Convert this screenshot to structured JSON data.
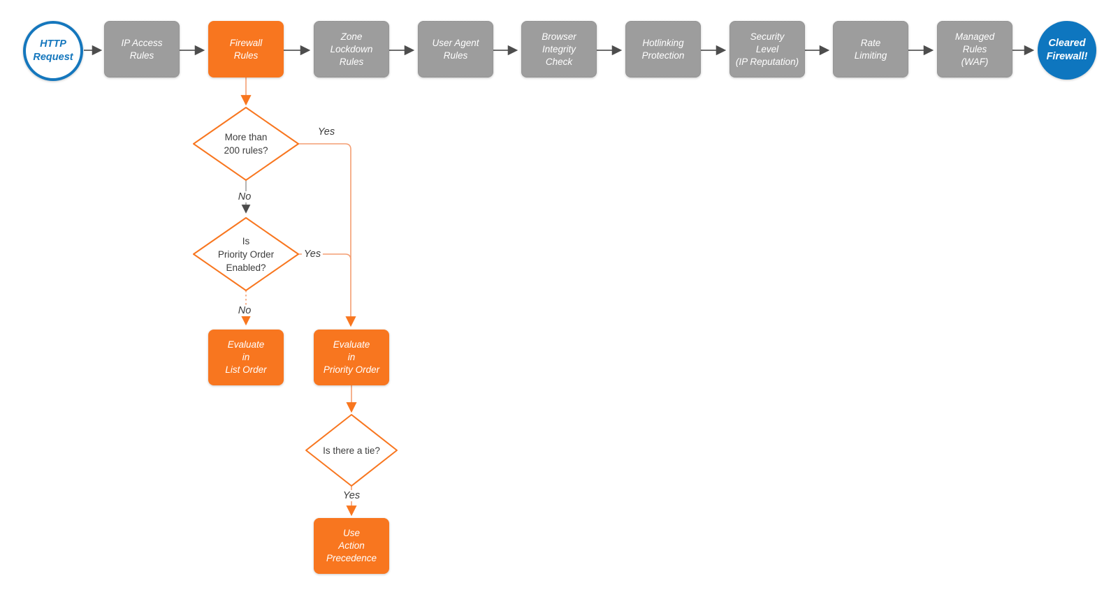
{
  "nodes": {
    "http_request": {
      "label": "HTTP\nRequest"
    },
    "ip_access_rules": {
      "label": "IP Access\nRules"
    },
    "firewall_rules": {
      "label": "Firewall\nRules"
    },
    "zone_lockdown_rules": {
      "label": "Zone\nLockdown\nRules"
    },
    "user_agent_rules": {
      "label": "User Agent\nRules"
    },
    "browser_integrity_check": {
      "label": "Browser\nIntegrity\nCheck"
    },
    "hotlinking_protection": {
      "label": "Hotlinking\nProtection"
    },
    "security_level": {
      "label": "Security\nLevel\n(IP Reputation)"
    },
    "rate_limiting": {
      "label": "Rate\nLimiting"
    },
    "managed_rules": {
      "label": "Managed\nRules\n(WAF)"
    },
    "cleared_firewall": {
      "label": "Cleared\nFirewall!"
    },
    "more_than_200_rules": {
      "label": "More than\n200 rules?"
    },
    "priority_order_enabled": {
      "label": "Is\nPriority Order\nEnabled?"
    },
    "evaluate_list_order": {
      "label": "Evaluate\nin\nList Order"
    },
    "evaluate_priority_order": {
      "label": "Evaluate\nin\nPriority Order"
    },
    "is_there_a_tie": {
      "label": "Is there a tie?"
    },
    "use_action_precedence": {
      "label": "Use\nAction\nPrecedence"
    }
  },
  "edge_labels": {
    "d1_yes": "Yes",
    "d1_no": "No",
    "d2_yes": "Yes",
    "d2_no": "No",
    "d3_yes": "Yes"
  },
  "colors": {
    "orange": "#F8761F",
    "orange_line": "#F49E72",
    "gray_fill": "#9D9D9D",
    "gray_border": "#8A8A8A",
    "gray_line": "#9B9B9B",
    "dark_line": "#5A5A5A",
    "dark_arrow": "#4D4D4D",
    "blue": "#1577BD",
    "blue_fill": "#0E76BF",
    "text_dark": "#3C3C3C"
  }
}
